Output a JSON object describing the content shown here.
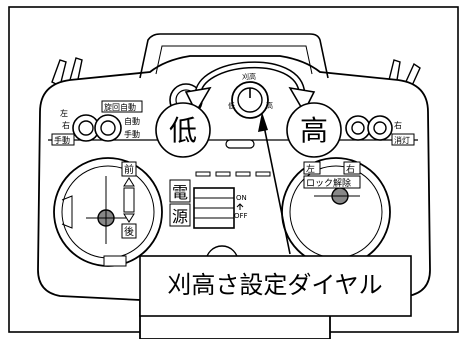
{
  "callouts": {
    "low": "低",
    "high": "高",
    "dial_caption": "刈高さ設定ダイヤル"
  },
  "left_switches": {
    "top_left": "左",
    "sub_left": "右",
    "manual": "手動",
    "title": "旋回自動",
    "auto": "自動",
    "auto_manual": "手動"
  },
  "right_switches": {
    "sub_a": "右",
    "sub_b": "消灯"
  },
  "dial": {
    "top_label": "刈高",
    "low_label": "低",
    "high_label": "高"
  },
  "left_stick": {
    "forward": "前",
    "back": "後"
  },
  "power": {
    "label_top": "電",
    "label_bottom": "源",
    "on": "ON",
    "off": "OFF"
  },
  "right_stick": {
    "left": "左",
    "right": "右",
    "lock_release": "ロック解除"
  }
}
